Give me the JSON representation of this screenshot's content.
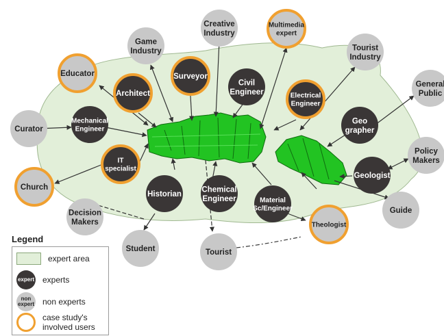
{
  "legend": {
    "title": "Legend",
    "expert_area": "expert area",
    "experts": "experts",
    "expert_badge": "expert",
    "non_experts": "non experts",
    "nonexpert_badge": [
      "non",
      "expert"
    ],
    "case_study": [
      "case study's",
      "involved users"
    ]
  },
  "colors": {
    "expert_fill": "#3a3636",
    "nonexpert_fill": "#c8c8c8",
    "case_study_ring": "#f0a030",
    "expert_area": "#e2efd9",
    "model": "#22c322"
  },
  "nodes": [
    {
      "id": "educator",
      "lines": [
        "Educator"
      ],
      "kind": "nonexpert",
      "case": true
    },
    {
      "id": "game-industry",
      "lines": [
        "Game",
        "Industry"
      ],
      "kind": "nonexpert",
      "case": false
    },
    {
      "id": "creative-industry",
      "lines": [
        "Creative",
        "Industry"
      ],
      "kind": "nonexpert",
      "case": false
    },
    {
      "id": "multimedia-expert",
      "lines": [
        "Multimedia",
        "expert"
      ],
      "kind": "nonexpert",
      "case": true
    },
    {
      "id": "tourist-industry",
      "lines": [
        "Tourist",
        "Industry"
      ],
      "kind": "nonexpert",
      "case": false
    },
    {
      "id": "general-public",
      "lines": [
        "General",
        "Public"
      ],
      "kind": "nonexpert",
      "case": false
    },
    {
      "id": "architect",
      "lines": [
        "Architect"
      ],
      "kind": "expert",
      "case": true
    },
    {
      "id": "surveyor",
      "lines": [
        "Surveyor"
      ],
      "kind": "expert",
      "case": true
    },
    {
      "id": "civil-engineer",
      "lines": [
        "Civil",
        "Engineer"
      ],
      "kind": "expert",
      "case": false
    },
    {
      "id": "electrical-engineer",
      "lines": [
        "Electrical",
        "Engineer"
      ],
      "kind": "expert",
      "case": true
    },
    {
      "id": "curator",
      "lines": [
        "Curator"
      ],
      "kind": "nonexpert",
      "case": false
    },
    {
      "id": "mechanical-engineer",
      "lines": [
        "Mechanical",
        "Engineer"
      ],
      "kind": "expert",
      "case": false
    },
    {
      "id": "geographer",
      "lines": [
        "Geo",
        "grapher"
      ],
      "kind": "expert",
      "case": false
    },
    {
      "id": "it-specialist",
      "lines": [
        "IT",
        "specialist"
      ],
      "kind": "expert",
      "case": true
    },
    {
      "id": "policy-makers",
      "lines": [
        "Policy",
        "Makers"
      ],
      "kind": "nonexpert",
      "case": false
    },
    {
      "id": "geologist",
      "lines": [
        "Geologist"
      ],
      "kind": "expert",
      "case": false
    },
    {
      "id": "church",
      "lines": [
        "Church"
      ],
      "kind": "nonexpert",
      "case": true
    },
    {
      "id": "historian",
      "lines": [
        "Historian"
      ],
      "kind": "expert",
      "case": false
    },
    {
      "id": "chemical-engineer",
      "lines": [
        "Chemical",
        "Engineer"
      ],
      "kind": "expert",
      "case": false
    },
    {
      "id": "material-engineer",
      "lines": [
        "Material",
        "Sc/Engineer"
      ],
      "kind": "expert",
      "case": false
    },
    {
      "id": "decision-makers",
      "lines": [
        "Decision",
        "Makers"
      ],
      "kind": "nonexpert",
      "case": false
    },
    {
      "id": "guide",
      "lines": [
        "Guide"
      ],
      "kind": "nonexpert",
      "case": false
    },
    {
      "id": "theologist",
      "lines": [
        "Theologist"
      ],
      "kind": "nonexpert",
      "case": true
    },
    {
      "id": "student",
      "lines": [
        "Student"
      ],
      "kind": "nonexpert",
      "case": false
    },
    {
      "id": "tourist",
      "lines": [
        "Tourist"
      ],
      "kind": "nonexpert",
      "case": false
    }
  ]
}
